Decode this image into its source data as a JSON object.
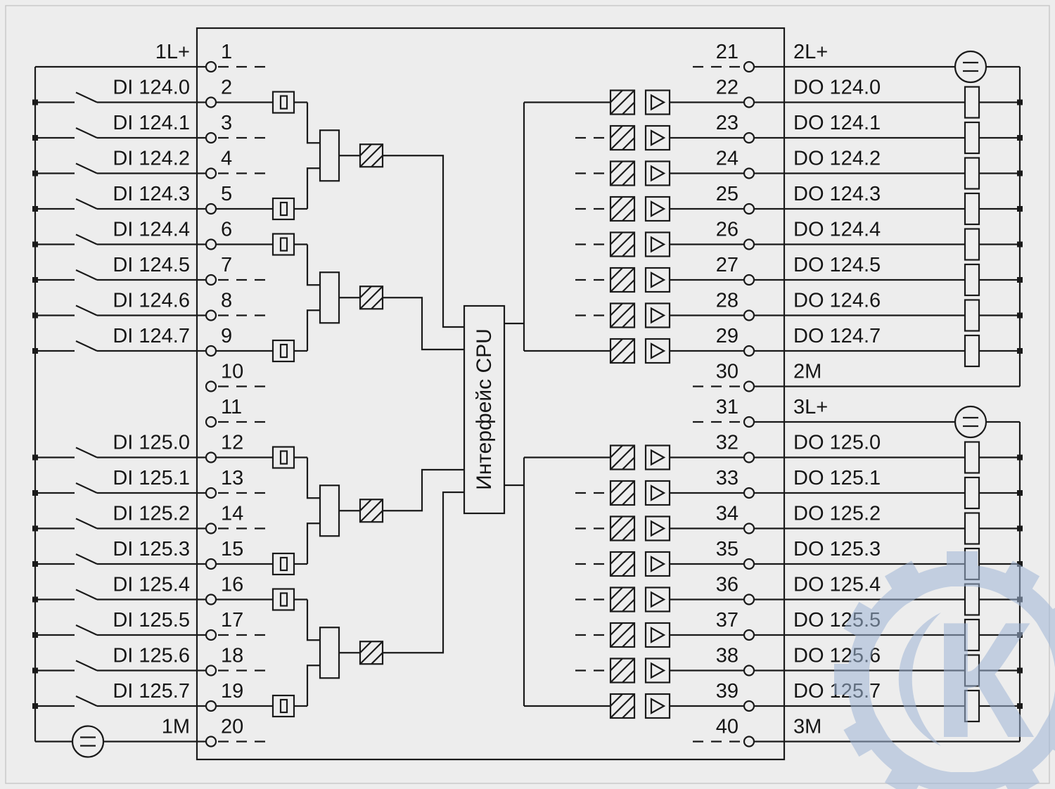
{
  "diagram": {
    "cpu_label": "Интерфейс CPU",
    "watermark_letter": "К",
    "colors": {
      "line": "#1a1a1a",
      "text": "#161616",
      "background": "#ededed",
      "frame": "#c9c9c9",
      "watermark": "#9fb6d6"
    },
    "module": {
      "left_terminals": [
        {
          "n": "1",
          "label": "1L+",
          "kind": "lplus"
        },
        {
          "n": "2",
          "label": "DI 124.0",
          "kind": "di_full"
        },
        {
          "n": "3",
          "label": "DI 124.1",
          "kind": "di_dash"
        },
        {
          "n": "4",
          "label": "DI 124.2",
          "kind": "di_dash"
        },
        {
          "n": "5",
          "label": "DI 124.3",
          "kind": "di_full"
        },
        {
          "n": "6",
          "label": "DI 124.4",
          "kind": "di_full"
        },
        {
          "n": "7",
          "label": "DI 124.5",
          "kind": "di_dash"
        },
        {
          "n": "8",
          "label": "DI 124.6",
          "kind": "di_dash"
        },
        {
          "n": "9",
          "label": "DI 124.7",
          "kind": "di_full"
        },
        {
          "n": "10",
          "label": "",
          "kind": "spare"
        },
        {
          "n": "11",
          "label": "",
          "kind": "spare"
        },
        {
          "n": "12",
          "label": "DI 125.0",
          "kind": "di_full"
        },
        {
          "n": "13",
          "label": "DI 125.1",
          "kind": "di_dash"
        },
        {
          "n": "14",
          "label": "DI 125.2",
          "kind": "di_dash"
        },
        {
          "n": "15",
          "label": "DI 125.3",
          "kind": "di_full"
        },
        {
          "n": "16",
          "label": "DI 125.4",
          "kind": "di_full"
        },
        {
          "n": "17",
          "label": "DI 125.5",
          "kind": "di_dash"
        },
        {
          "n": "18",
          "label": "DI 125.6",
          "kind": "di_dash"
        },
        {
          "n": "19",
          "label": "DI 125.7",
          "kind": "di_full"
        },
        {
          "n": "20",
          "label": "1M",
          "kind": "m_ground"
        }
      ],
      "right_terminals": [
        {
          "n": "21",
          "label": "2L+",
          "kind": "lplus"
        },
        {
          "n": "22",
          "label": "DO 124.0",
          "kind": "do_solid"
        },
        {
          "n": "23",
          "label": "DO 124.1",
          "kind": "do_dash"
        },
        {
          "n": "24",
          "label": "DO 124.2",
          "kind": "do_dash"
        },
        {
          "n": "25",
          "label": "DO 124.3",
          "kind": "do_dash"
        },
        {
          "n": "26",
          "label": "DO 124.4",
          "kind": "do_dash"
        },
        {
          "n": "27",
          "label": "DO 124.5",
          "kind": "do_dash"
        },
        {
          "n": "28",
          "label": "DO 124.6",
          "kind": "do_dash"
        },
        {
          "n": "29",
          "label": "DO 124.7",
          "kind": "do_solid"
        },
        {
          "n": "30",
          "label": "2M",
          "kind": "m"
        },
        {
          "n": "31",
          "label": "3L+",
          "kind": "lplus"
        },
        {
          "n": "32",
          "label": "DO 125.0",
          "kind": "do_solid"
        },
        {
          "n": "33",
          "label": "DO 125.1",
          "kind": "do_dash"
        },
        {
          "n": "34",
          "label": "DO 125.2",
          "kind": "do_dash"
        },
        {
          "n": "35",
          "label": "DO 125.3",
          "kind": "do_dash"
        },
        {
          "n": "36",
          "label": "DO 125.4",
          "kind": "do_dash"
        },
        {
          "n": "37",
          "label": "DO 125.5",
          "kind": "do_dash"
        },
        {
          "n": "38",
          "label": "DO 125.6",
          "kind": "do_dash"
        },
        {
          "n": "39",
          "label": "DO 125.7",
          "kind": "do_solid"
        },
        {
          "n": "40",
          "label": "3M",
          "kind": "m"
        }
      ]
    }
  }
}
